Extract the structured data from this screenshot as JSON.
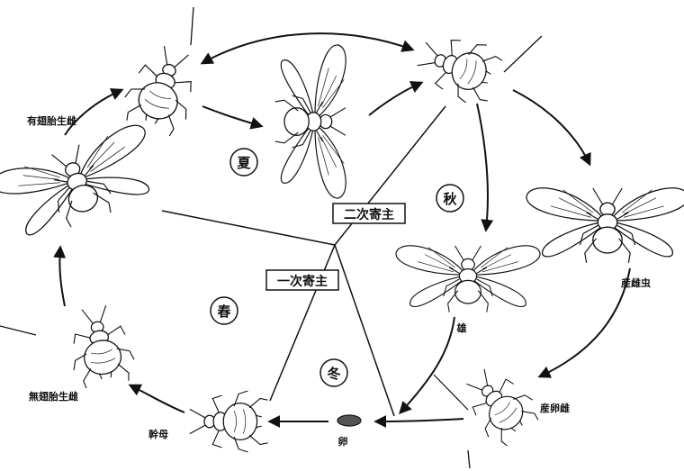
{
  "hosts": {
    "secondary": "二次寄主",
    "primary": "一次寄主"
  },
  "seasons": {
    "summer": "夏",
    "autumn": "秋",
    "winter": "冬",
    "spring": "春"
  },
  "stages": {
    "winged_viviparous": "有翅胎生雌",
    "wingless_viviparous": "無翅胎生雌",
    "fundatrix": "幹母",
    "egg": "卵",
    "oviparous_female": "産卵雌",
    "male": "雄",
    "sexupara": "産雌虫"
  },
  "colors": {
    "ink": "#111111",
    "paper": "#ffffff"
  }
}
